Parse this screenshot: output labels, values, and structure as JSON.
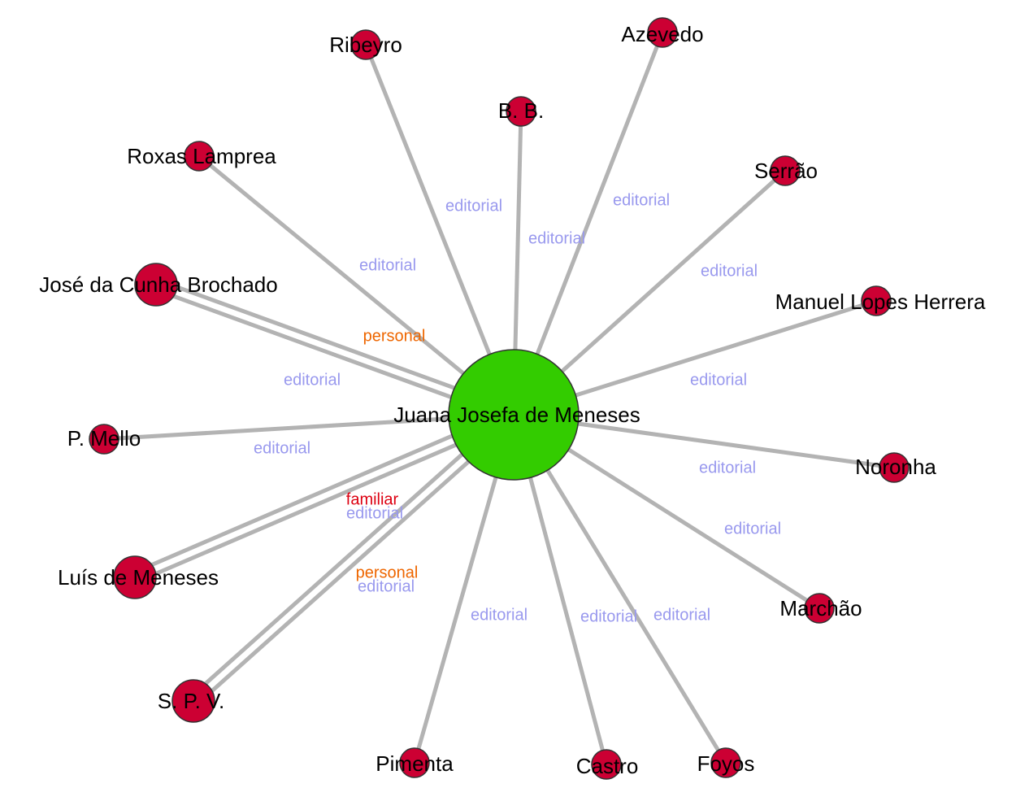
{
  "colors": {
    "edge": "#b3b3b3",
    "center_node": "#33cc00",
    "node": "#cc0033",
    "node_stroke": "#333333",
    "editorial": "#9999ee",
    "personal": "#ee6600",
    "familiar": "#dd0011"
  },
  "center": {
    "id": "juana",
    "label": "Juana Josefa de Meneses"
  },
  "nodes": [
    {
      "id": "ribeyro",
      "label": "Ribeyro",
      "relations": [
        "editorial"
      ]
    },
    {
      "id": "azevedo",
      "label": "Azevedo",
      "relations": [
        "editorial"
      ]
    },
    {
      "id": "bb",
      "label": "B. B.",
      "relations": [
        "editorial"
      ]
    },
    {
      "id": "roxas",
      "label": "Roxas Lamprea",
      "relations": [
        "editorial"
      ]
    },
    {
      "id": "serrao",
      "label": "Serrão",
      "relations": [
        "editorial"
      ]
    },
    {
      "id": "jose",
      "label": "José da Cunha Brochado",
      "relations": [
        "editorial",
        "personal"
      ]
    },
    {
      "id": "herrera",
      "label": "Manuel Lopes Herrera",
      "relations": [
        "editorial"
      ]
    },
    {
      "id": "mello",
      "label": "P. Mello",
      "relations": [
        "editorial"
      ]
    },
    {
      "id": "noronha",
      "label": "Noronha",
      "relations": [
        "editorial"
      ]
    },
    {
      "id": "luis",
      "label": "Luís de Meneses",
      "relations": [
        "familiar",
        "editorial"
      ]
    },
    {
      "id": "marchao",
      "label": "Marchão",
      "relations": [
        "editorial"
      ]
    },
    {
      "id": "spv",
      "label": "S. P. V.",
      "relations": [
        "personal",
        "editorial"
      ]
    },
    {
      "id": "pimenta",
      "label": "Pimenta",
      "relations": [
        "editorial"
      ]
    },
    {
      "id": "castro",
      "label": "Castro",
      "relations": [
        "editorial"
      ]
    },
    {
      "id": "foyos",
      "label": "Foyos",
      "relations": [
        "editorial"
      ]
    }
  ]
}
